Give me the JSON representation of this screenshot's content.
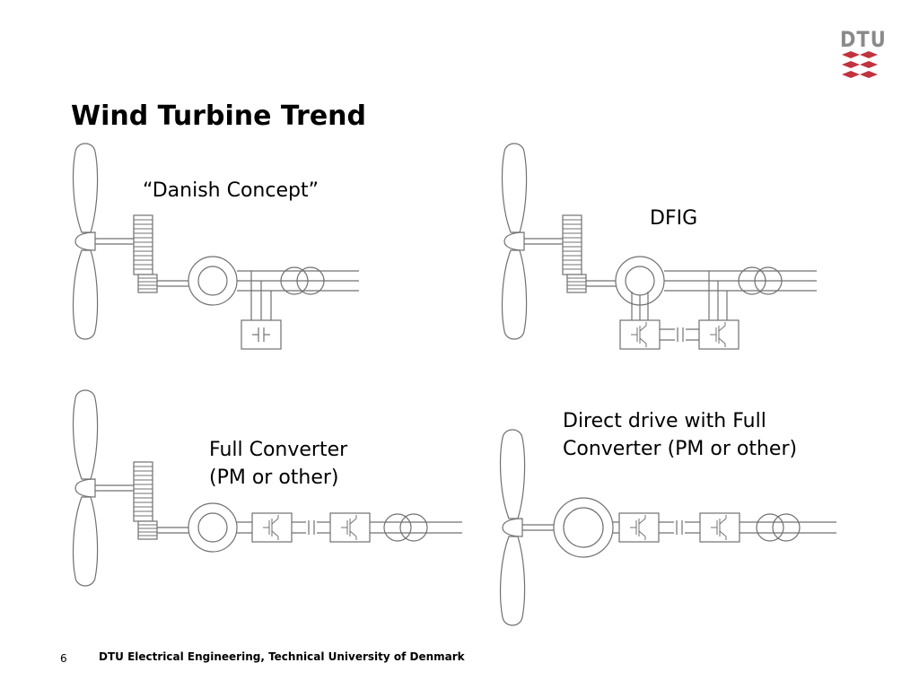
{
  "slide": {
    "title": "Wind Turbine Trend",
    "page_number": "6",
    "footer": "DTU Electrical Engineering, Technical University of Denmark"
  },
  "logo": {
    "text": "DTU",
    "color": "#C0343F",
    "text_color": "#8a8a8a"
  },
  "labels": {
    "danish": "“Danish Concept”",
    "dfig": "DFIG",
    "full_converter_line1": "Full Converter",
    "full_converter_line2": "(PM or other)",
    "direct_drive_line1": "Direct drive with Full",
    "direct_drive_line2": "Converter (PM or other)"
  },
  "colors": {
    "line": "#707070"
  }
}
